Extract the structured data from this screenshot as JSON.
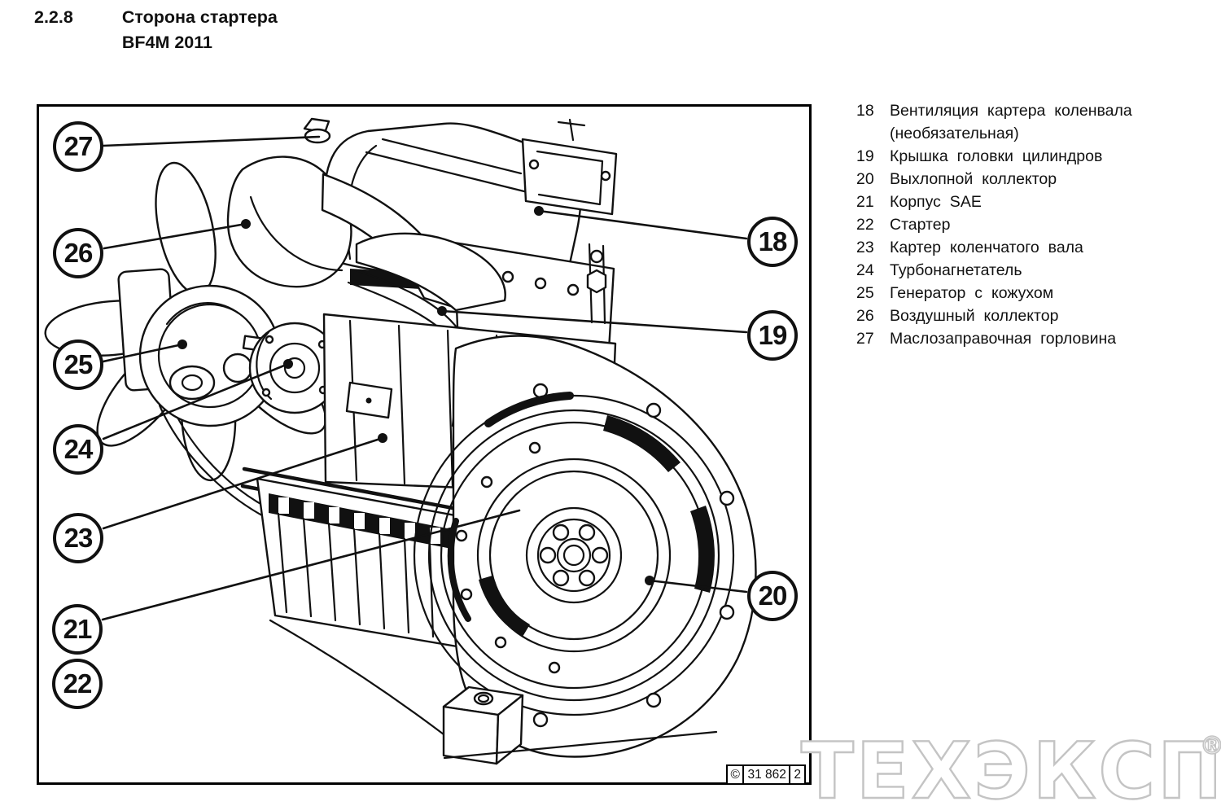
{
  "header": {
    "section": "2.2.8",
    "title_line1": "Сторона стартера",
    "title_line2": "BF4M 2011"
  },
  "legend": {
    "items": [
      {
        "num": "18",
        "label": "Вентиляция картера коленвала (необязательная)"
      },
      {
        "num": "19",
        "label": "Крышка головки цилиндров"
      },
      {
        "num": "20",
        "label": "Выхлопной коллектор"
      },
      {
        "num": "21",
        "label": "Корпус SAE"
      },
      {
        "num": "22",
        "label": "Стартер"
      },
      {
        "num": "23",
        "label": "Картер коленчатого вала"
      },
      {
        "num": "24",
        "label": "Турбонагнетатель"
      },
      {
        "num": "25",
        "label": "Генератор с кожухом"
      },
      {
        "num": "26",
        "label": "Воздушный коллектор"
      },
      {
        "num": "27",
        "label": "Маслозаправочная горловина"
      }
    ]
  },
  "figure": {
    "callouts": [
      {
        "num": "27"
      },
      {
        "num": "26"
      },
      {
        "num": "25"
      },
      {
        "num": "24"
      },
      {
        "num": "23"
      },
      {
        "num": "21"
      },
      {
        "num": "22"
      },
      {
        "num": "18"
      },
      {
        "num": "19"
      },
      {
        "num": "20"
      }
    ],
    "stamp": {
      "copyright": "©",
      "code": "31 862",
      "rev": "2"
    }
  },
  "watermark": {
    "text": "ТЕХЭКСПО",
    "registered": "®"
  },
  "colors": {
    "ink": "#111111",
    "watermark_outline": "#c4c4c4"
  }
}
